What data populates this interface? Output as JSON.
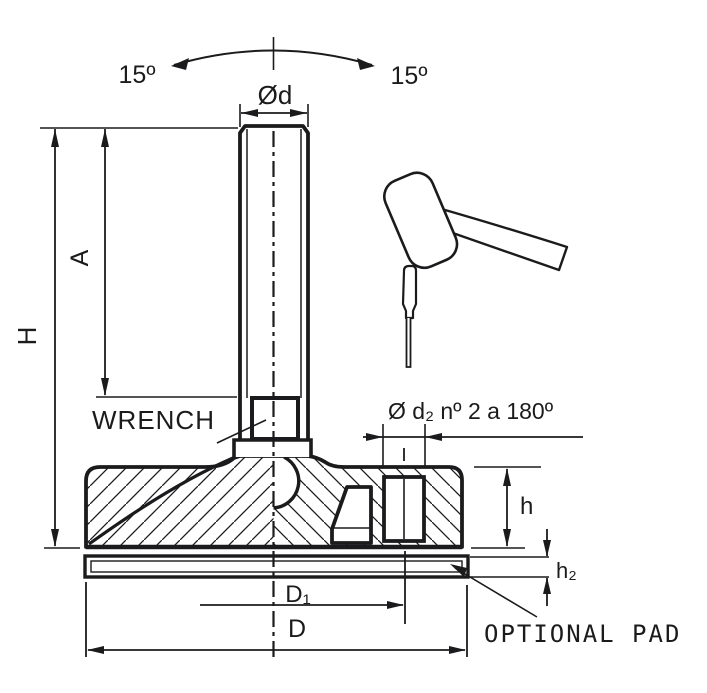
{
  "drawing": {
    "type": "technical-drawing",
    "subject": "Adjustable leveling foot, sectioned side view with tilt range, mallet and pin punch",
    "colors": {
      "ink": "#1b1b1d",
      "background": "#ffffff"
    },
    "annotations": {
      "tilt_left": "15º",
      "tilt_right": "15º",
      "thread_diameter": "Ød",
      "thread_length": "A",
      "overall_height": "H",
      "wrench_label": "WRENCH",
      "pin_holes_note": "Ø d₂ nº 2 a 180º",
      "base_height": "h",
      "pad_thickness": "h₂",
      "inner_diameter": "D₁",
      "outer_diameter": "D",
      "optional_pad_label": "OPTIONAL PAD"
    }
  }
}
